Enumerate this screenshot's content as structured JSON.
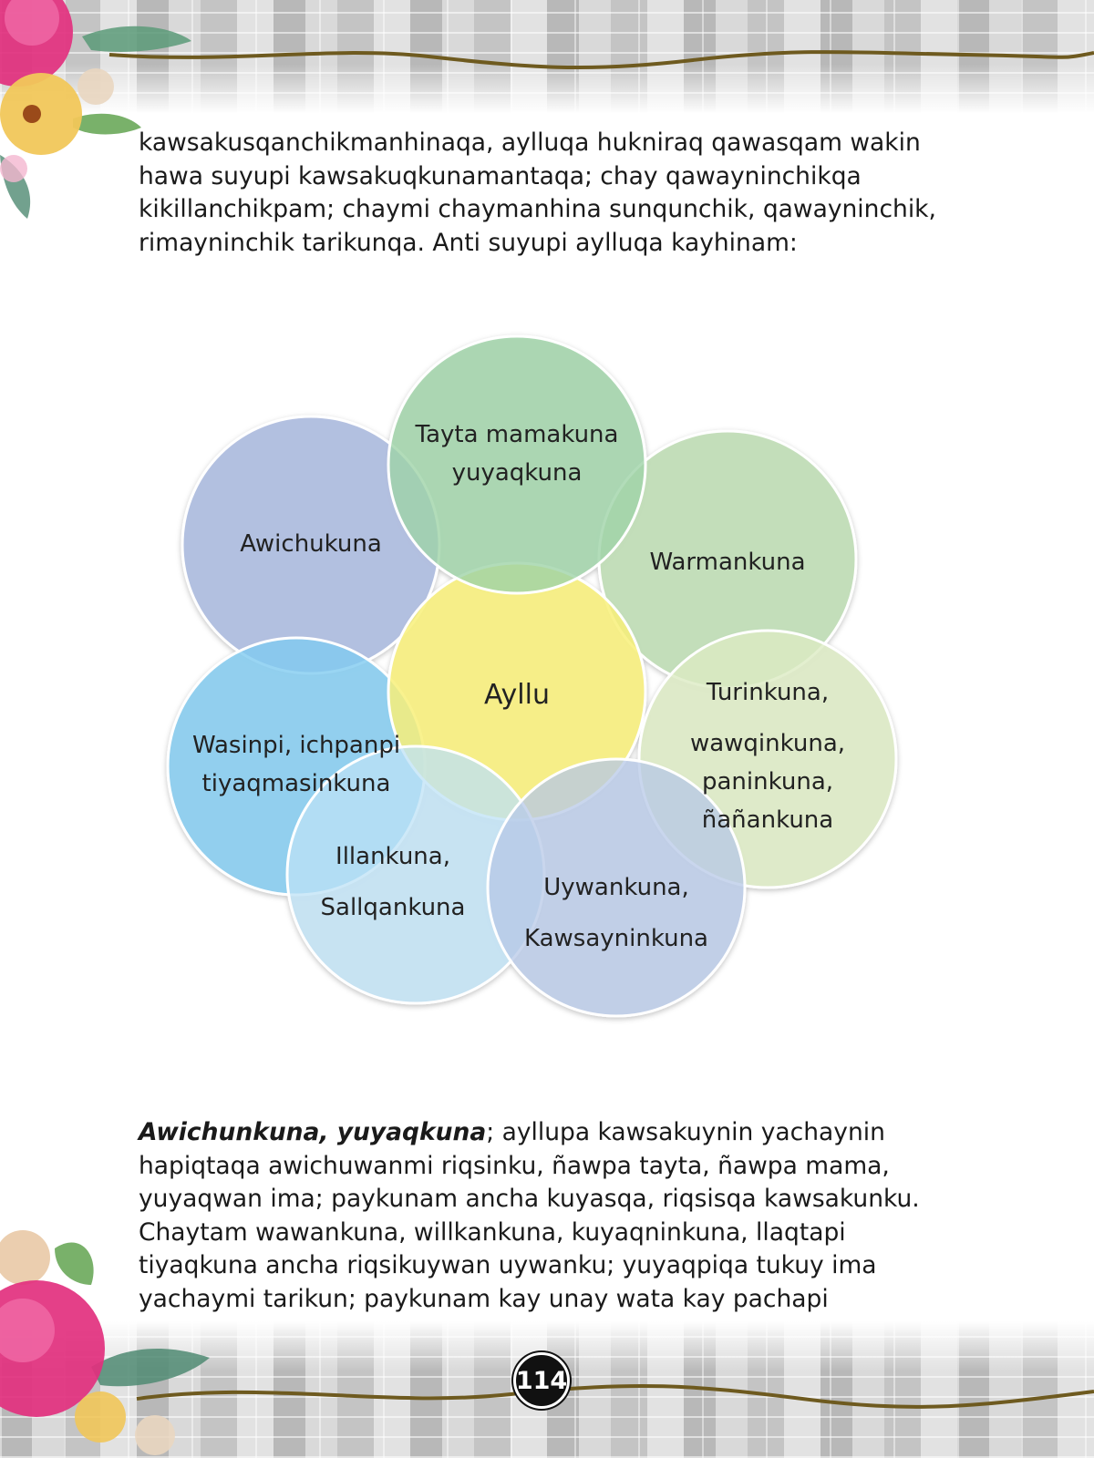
{
  "intro_text": "kawsakusqanchikmanhinaqa, aylluqa hukniraq qawasqam wakin\nhawa suyupi kawsakuqkunamantaqa; chay qawayninchikqa\nkikillanchikpam; chaymi chaymanhina sunqunchik, qawayninchik,\nrimayninchik tarikunqa. Anti suyupi aylluqa kayhinam:",
  "diagram": {
    "center": "Ayllu",
    "top": [
      "Tayta mamakuna",
      "yuyaqkuna"
    ],
    "upper_left": "Awichukuna",
    "upper_right": "Warmankuna",
    "right": [
      "Turinkuna,",
      "wawqinkuna,",
      "paninkuna,",
      "ñañankuna"
    ],
    "lower_right": [
      "Uywankuna,",
      "Kawsayninkuna"
    ],
    "lower_left": [
      "Illankuna,",
      "Sallqankuna"
    ],
    "left": [
      "Wasinpi, ichpanpi",
      "tiyaqmasinkuna"
    ]
  },
  "body": {
    "lead": "Awichunkuna, yuyaqkuna",
    "text": "; ayllupa kawsakuynin yachaynin\nhapiqtaqa awichuwanmi riqsinku, ñawpa tayta, ñawpa mama,\nyuyaqwan ima; paykunam ancha kuyasqa, riqsisqa kawsakunku.\nChaytam wawankuna, willkankuna, kuyaqninkuna, llaqtapi\ntiyaqkuna ancha riqsikuywan uywanku; yuyaqpiqa tukuy ima\nyachaymi tarikun; paykunam kay unay wata kay pachapi"
  },
  "page_number": "114",
  "colors": {
    "center": "#f8f07a",
    "top": "#9fd3a8",
    "upper_left": "#a8b8de",
    "upper_right": "#bcdcb0",
    "right": "#dcebc3",
    "lower_right": "#b7c8e7",
    "lower_left": "#bde2f5",
    "left": "#7fcaf0"
  }
}
